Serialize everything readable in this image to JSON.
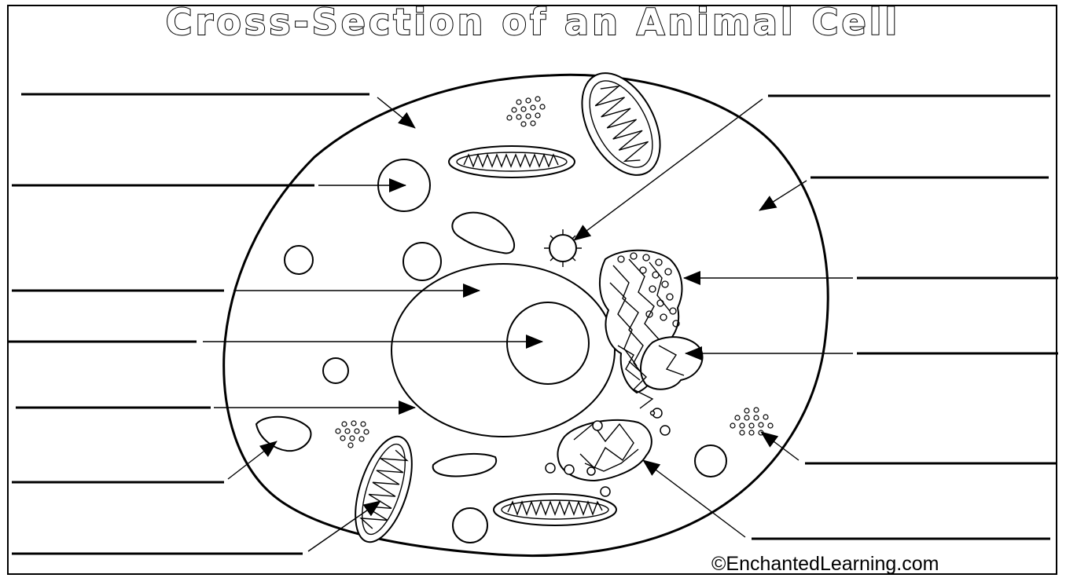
{
  "title": "Cross-Section of an Animal Cell",
  "credit": "©EnchantedLearning.com",
  "label_blanks": [
    {
      "id": "cell-membrane",
      "side": "left"
    },
    {
      "id": "lysosome",
      "side": "left"
    },
    {
      "id": "nucleus",
      "side": "left"
    },
    {
      "id": "nucleolus",
      "side": "left"
    },
    {
      "id": "nuclear-membrane",
      "side": "left"
    },
    {
      "id": "vacuole",
      "side": "left"
    },
    {
      "id": "mitochondrion",
      "side": "left"
    },
    {
      "id": "centrosome",
      "side": "right"
    },
    {
      "id": "cytoplasm",
      "side": "right"
    },
    {
      "id": "rough-er",
      "side": "right"
    },
    {
      "id": "golgi-apparatus",
      "side": "right"
    },
    {
      "id": "ribosomes",
      "side": "right"
    },
    {
      "id": "smooth-er",
      "side": "right"
    }
  ],
  "colors": {
    "ink": "#000000",
    "paper": "#ffffff"
  }
}
